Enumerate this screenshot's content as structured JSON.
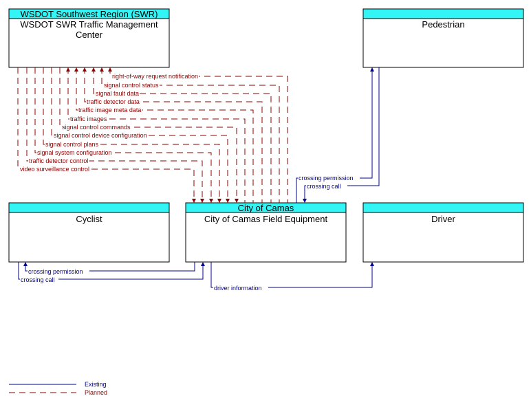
{
  "colors": {
    "header_fill": "#33f5f5",
    "existing": "#00008b",
    "planned": "#8b0000",
    "box_border": "#000000"
  },
  "boxes": {
    "wsdot": {
      "header": "WSDOT Southwest Region (SWR)",
      "title_line1": "WSDOT SWR Traffic Management",
      "title_line2": "Center"
    },
    "pedestrian": {
      "title": "Pedestrian"
    },
    "cyclist": {
      "title": "Cyclist"
    },
    "camas": {
      "header": "City of Camas",
      "title": "City of Camas Field Equipment"
    },
    "driver": {
      "title": "Driver"
    }
  },
  "planned_flows": [
    {
      "label": "right-of-way request notification"
    },
    {
      "label": "signal control status"
    },
    {
      "label": "signal fault data"
    },
    {
      "label": "traffic detector data"
    },
    {
      "label": "traffic image meta data"
    },
    {
      "label": "traffic images"
    },
    {
      "label": "signal control commands"
    },
    {
      "label": "signal control device configuration"
    },
    {
      "label": "signal control plans"
    },
    {
      "label": "signal system configuration"
    },
    {
      "label": "traffic detector control"
    },
    {
      "label": "video surveillance control"
    }
  ],
  "existing_flows": {
    "ped_permission": "crossing permission",
    "ped_call": "crossing call",
    "cyc_permission": "crossing permission",
    "cyc_call": "crossing call",
    "driver_info": "driver information"
  },
  "legend": {
    "existing": "Existing",
    "planned": "Planned"
  }
}
